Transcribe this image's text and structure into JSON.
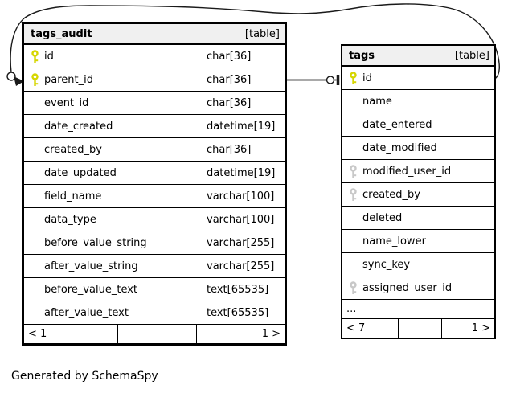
{
  "diagram": {
    "credit": "Generated by SchemaSpy"
  },
  "colors": {
    "header_bg": "#f0f0f0",
    "border": "#000000",
    "wire": "#1a1a1a",
    "pk_key": "#d6d600",
    "fk_key": "#c8c8c8"
  },
  "tables": [
    {
      "id": "tags_audit",
      "name": "tags_audit",
      "badge": "[table]",
      "has_type_column": true,
      "columns": [
        {
          "name": "id",
          "type": "char[36]",
          "key": "primary"
        },
        {
          "name": "parent_id",
          "type": "char[36]",
          "key": "primary"
        },
        {
          "name": "event_id",
          "type": "char[36]",
          "key": "none"
        },
        {
          "name": "date_created",
          "type": "datetime[19]",
          "key": "none"
        },
        {
          "name": "created_by",
          "type": "char[36]",
          "key": "none"
        },
        {
          "name": "date_updated",
          "type": "datetime[19]",
          "key": "none"
        },
        {
          "name": "field_name",
          "type": "varchar[100]",
          "key": "none"
        },
        {
          "name": "data_type",
          "type": "varchar[100]",
          "key": "none"
        },
        {
          "name": "before_value_string",
          "type": "varchar[255]",
          "key": "none"
        },
        {
          "name": "after_value_string",
          "type": "varchar[255]",
          "key": "none"
        },
        {
          "name": "before_value_text",
          "type": "text[65535]",
          "key": "none"
        },
        {
          "name": "after_value_text",
          "type": "text[65535]",
          "key": "none"
        }
      ],
      "footer": {
        "left": "< 1",
        "middle": "",
        "right": "1 >"
      }
    },
    {
      "id": "tags",
      "name": "tags",
      "badge": "[table]",
      "has_type_column": false,
      "columns": [
        {
          "name": "id",
          "type": "",
          "key": "primary"
        },
        {
          "name": "name",
          "type": "",
          "key": "none"
        },
        {
          "name": "date_entered",
          "type": "",
          "key": "none"
        },
        {
          "name": "date_modified",
          "type": "",
          "key": "none"
        },
        {
          "name": "modified_user_id",
          "type": "",
          "key": "foreign"
        },
        {
          "name": "created_by",
          "type": "",
          "key": "foreign"
        },
        {
          "name": "deleted",
          "type": "",
          "key": "none"
        },
        {
          "name": "name_lower",
          "type": "",
          "key": "none"
        },
        {
          "name": "sync_key",
          "type": "",
          "key": "none"
        },
        {
          "name": "assigned_user_id",
          "type": "",
          "key": "foreign"
        }
      ],
      "ellipsis": "...",
      "footer": {
        "left": "< 7",
        "middle": "",
        "right": "1 >"
      }
    }
  ],
  "relationships": [
    {
      "from_table": "tags_audit",
      "from_column": "parent_id",
      "to_table": "tags",
      "to_column": "id",
      "style": "straight",
      "end_marker": "open-dot-tee"
    },
    {
      "from_table": "tags_audit",
      "from_column": "parent_id",
      "to_table": "tags",
      "to_column": "id",
      "style": "curved-over-top",
      "end_marker": "open-dot-arrow"
    }
  ]
}
